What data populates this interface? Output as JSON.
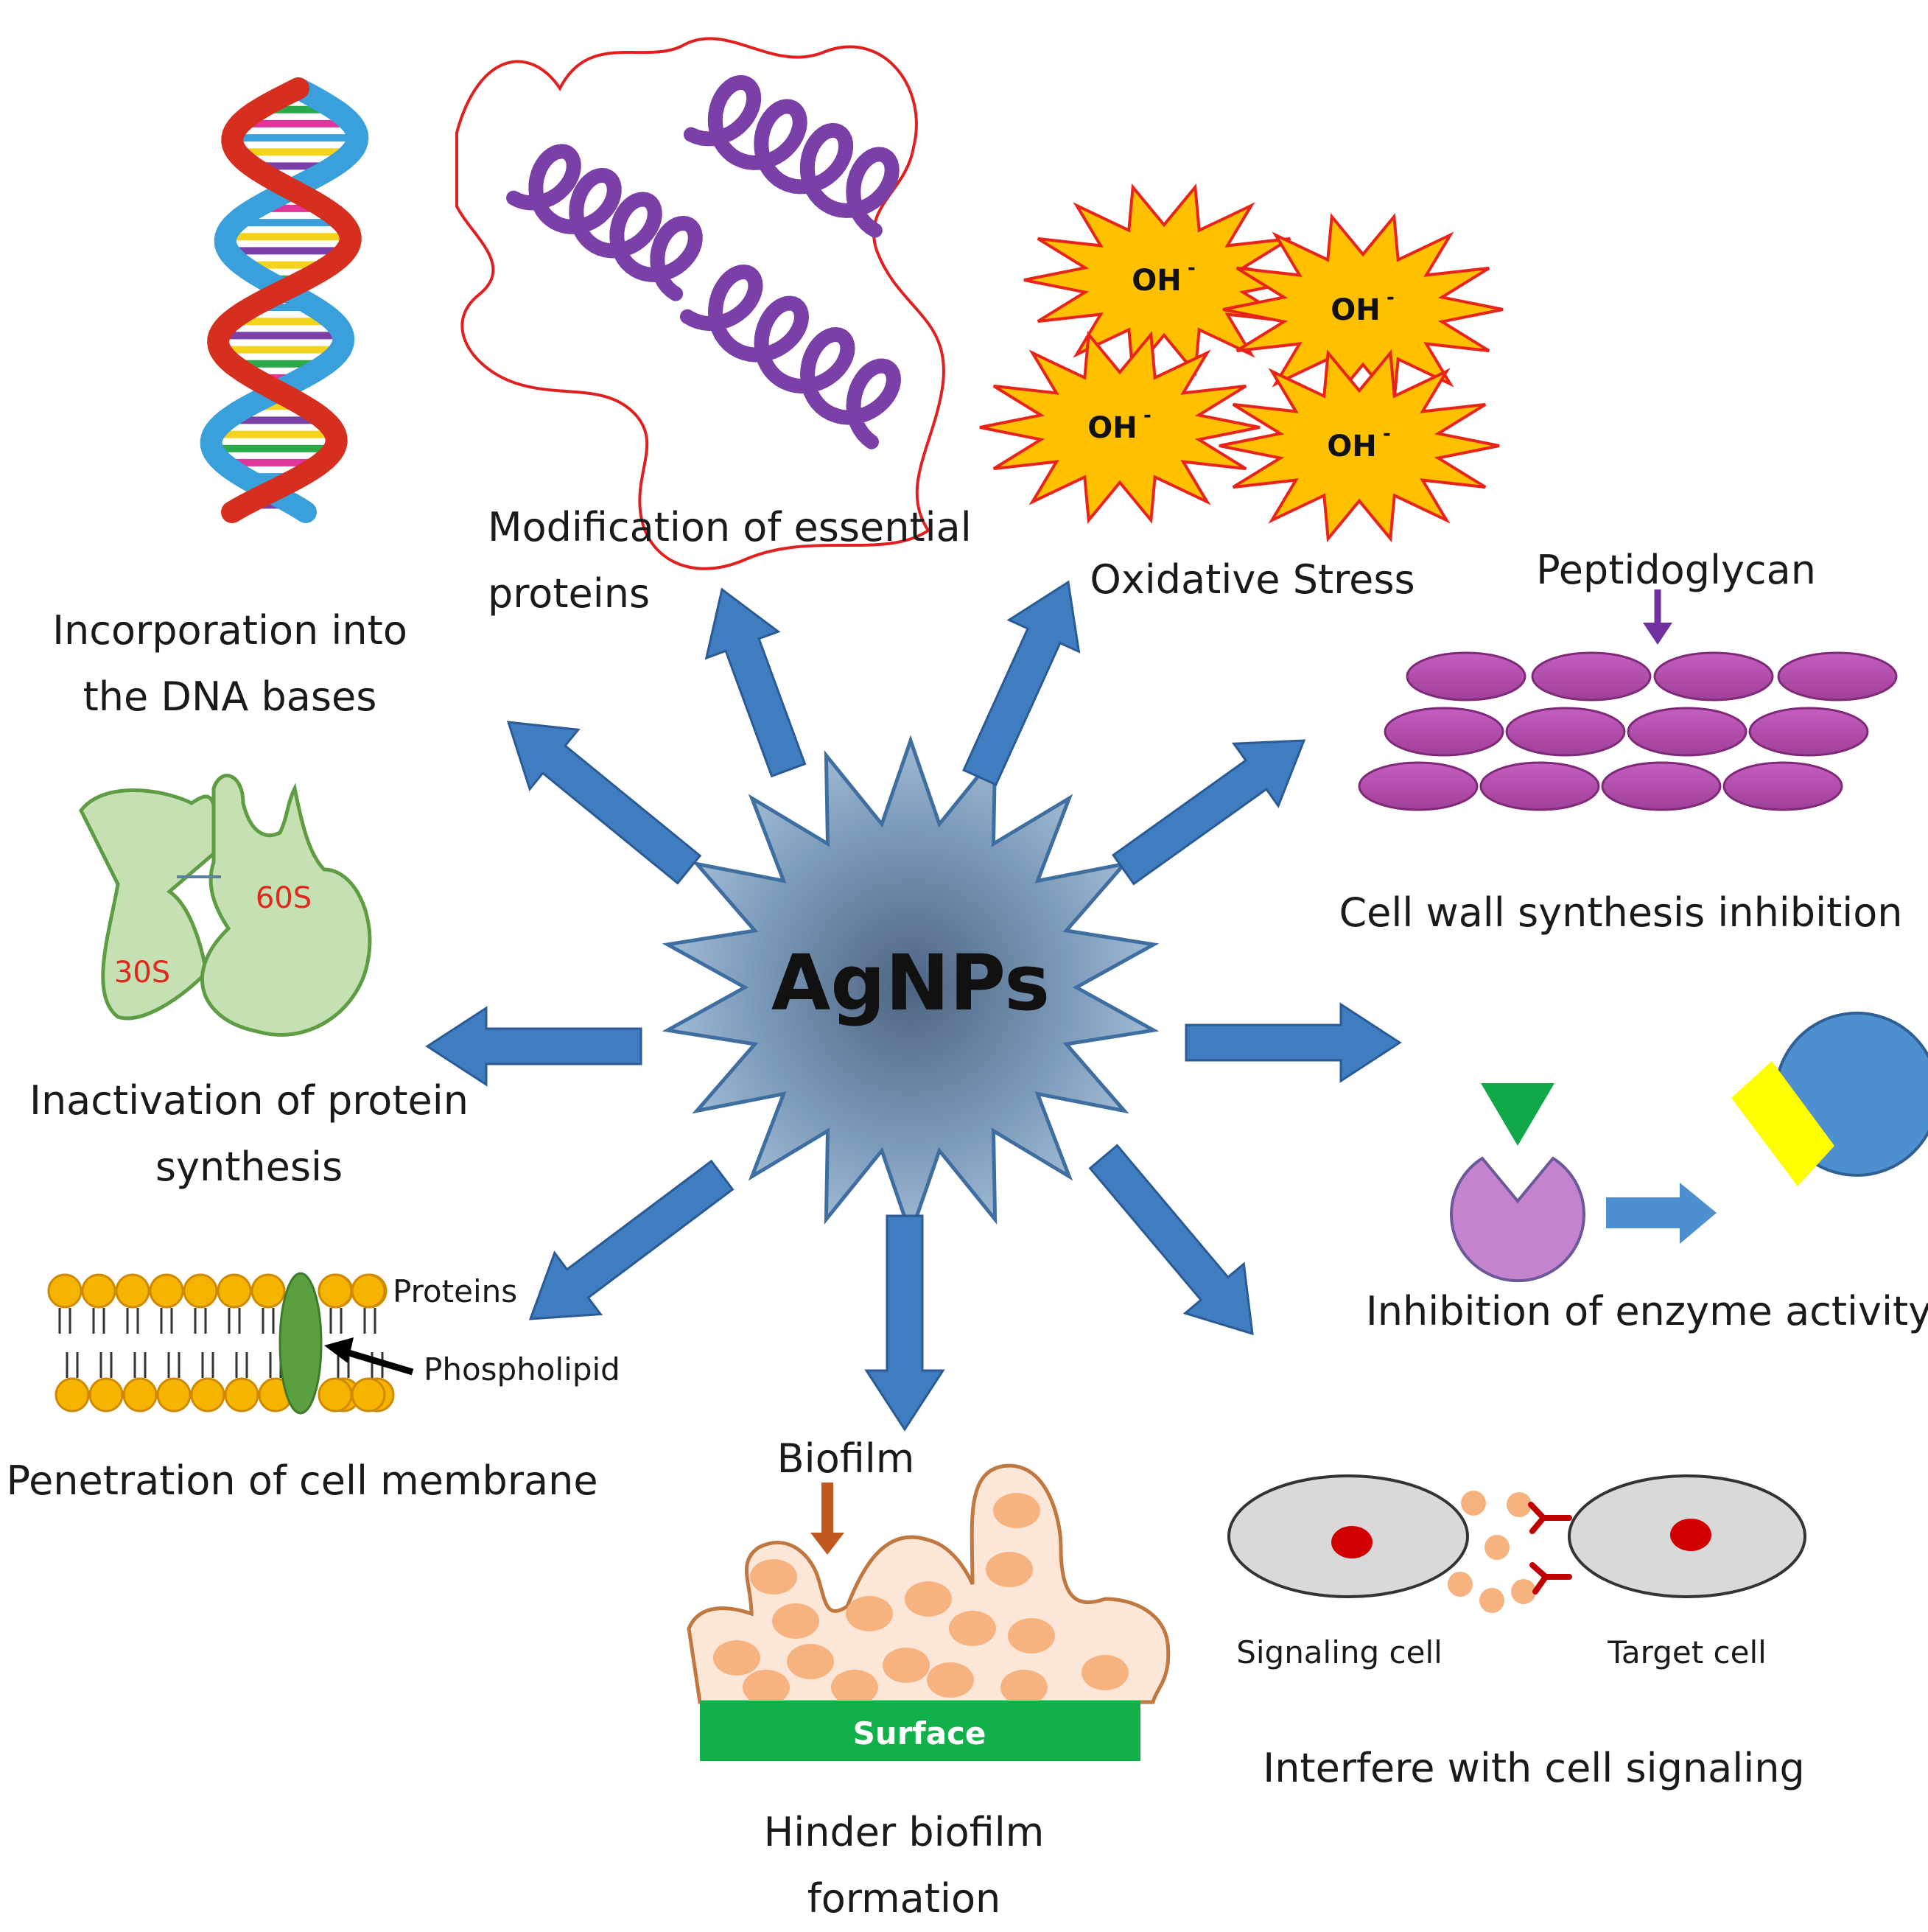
{
  "center": {
    "label": "AgNPs"
  },
  "mechanisms": {
    "dna": {
      "line1": "Incorporation into",
      "line2": "the DNA bases"
    },
    "proteins": {
      "line1": "Modification of essential",
      "line2": "proteins"
    },
    "oxidative": {
      "label": "Oxidative Stress",
      "radical": "OH",
      "charge": "-"
    },
    "cellwall": {
      "label": "Cell wall synthesis inhibition",
      "peptidoglycan": "Peptidoglycan"
    },
    "synthesis": {
      "line1": "Inactivation of protein",
      "line2": "synthesis",
      "subunit_large": "60S",
      "subunit_small": "30S"
    },
    "enzyme": {
      "label": "Inhibition of enzyme activity"
    },
    "membrane": {
      "label": "Penetration of cell membrane",
      "proteins": "Proteins",
      "phospholipid": "Phospholipid"
    },
    "biofilm": {
      "line1": "Hinder biofilm",
      "line2": "formation",
      "biofilm": "Biofilm",
      "surface": "Surface"
    },
    "signaling": {
      "label": "Interfere with cell signaling",
      "signaling_cell": "Signaling cell",
      "target_cell": "Target cell"
    }
  },
  "colors": {
    "arrow": "#3f7cc0",
    "star": "#6f8fb0",
    "dna_red": "#d62f1f",
    "dna_blue": "#3aa0dc",
    "helix": "#7b3fa8",
    "burst": "#ffc000",
    "peptido": "#b048a8",
    "ribosome": "#c5e0b3",
    "surface": "#12b04a",
    "bilayer_head": "#f5b400"
  }
}
